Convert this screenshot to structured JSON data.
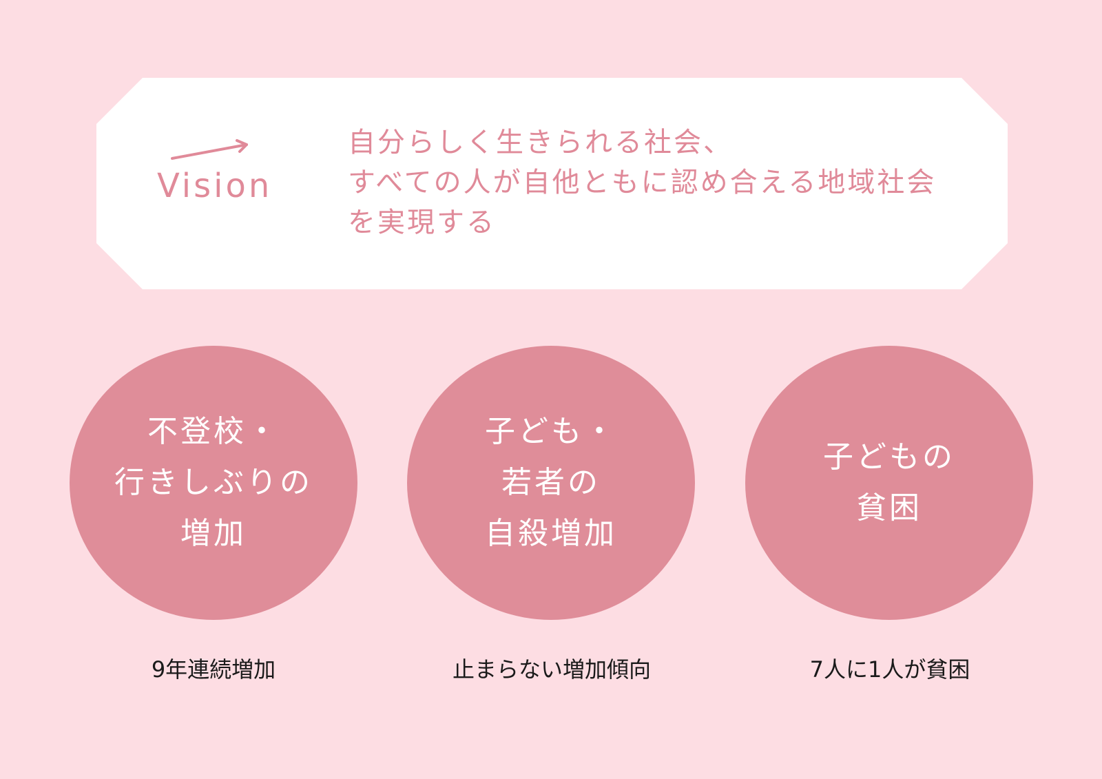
{
  "vision": {
    "label": "Vision",
    "statement_lines": [
      "自分らしく生きられる社会、",
      "すべての人が自他ともに認め合える地域社会",
      "を実現する"
    ]
  },
  "issues": [
    {
      "title_lines": [
        "不登校・",
        "行きしぶりの",
        "増加"
      ],
      "stat": "9年連続増加"
    },
    {
      "title_lines": [
        "子ども・",
        "若者の",
        "自殺増加"
      ],
      "stat": "止まらない増加傾向"
    },
    {
      "title_lines": [
        "子どもの",
        "貧困"
      ],
      "stat": "7人に1人が貧困"
    }
  ],
  "colors": {
    "background": "#fddde3",
    "card": "#ffffff",
    "accent": "#e08a99",
    "circle": "#df8d99",
    "circle_text": "#ffffff",
    "stat_text": "#1a1a1a"
  }
}
